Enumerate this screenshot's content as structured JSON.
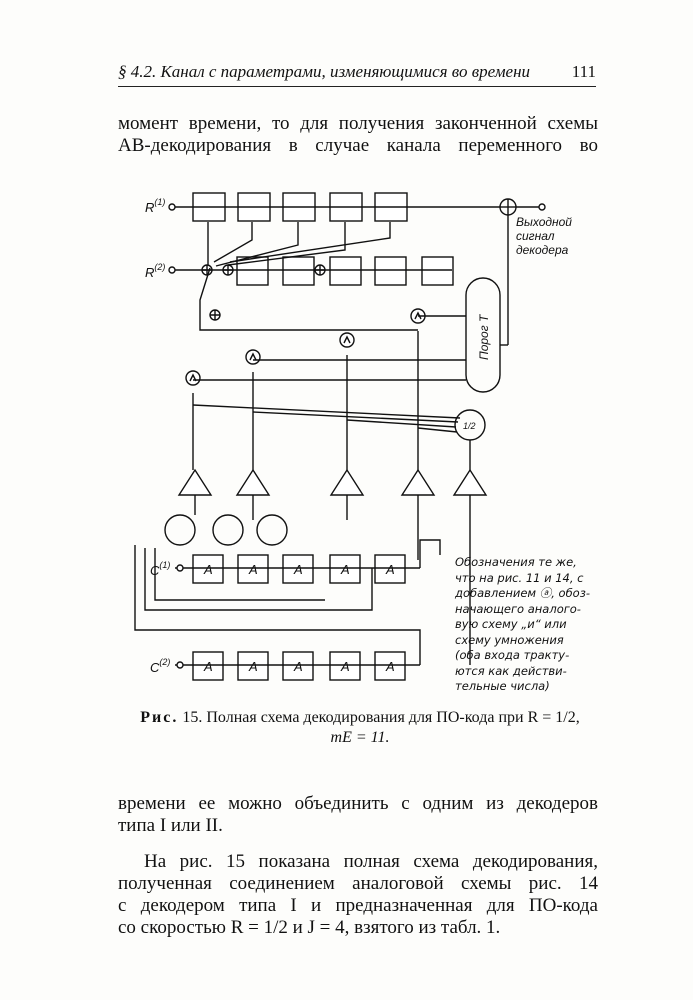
{
  "header": {
    "section": "§ 4.2. Канал с параметрами, изменяющимися во времени",
    "page_number": "111"
  },
  "top_text": [
    "момент времени, то для получения законченной схемы",
    "АВ-декодирования в случае канала переменного во"
  ],
  "figure": {
    "labels": {
      "r1": "R",
      "r1_sup": "(1)",
      "r2": "R",
      "r2_sup": "(2)",
      "c1": "C",
      "c1_sup": "(1)",
      "c2": "C",
      "c2_sup": "(2)",
      "output": [
        "Выходной",
        "сигнал",
        "декодера"
      ],
      "threshold": "Порог T",
      "half": "1/2",
      "box_a": "A"
    },
    "note": [
      "Обозначения те же,",
      "что на рис. 11 и 14, с",
      "добавлением ⓐ, обоз-",
      "начающего аналого-",
      "вую схему „и“ или",
      "схему умножения",
      "(оба входа тракту-",
      "ются как действи-",
      "тельные числа)"
    ],
    "caption_prefix": "Рис.",
    "caption": "15. Полная схема декодирования для ПО-кода при R = 1/2,",
    "caption_line2": "mE = 11."
  },
  "bottom_text": [
    "времени ее можно объединить с одним из декодеров",
    "типа I или II.",
    "На рис. 15 показана полная схема декодирования,",
    "полученная соединением аналоговой схемы рис. 14",
    "с декодером типа I и предназначенная для ПО-кода",
    "со скоростью R = 1/2 и J = 4, взятого из табл. 1."
  ]
}
